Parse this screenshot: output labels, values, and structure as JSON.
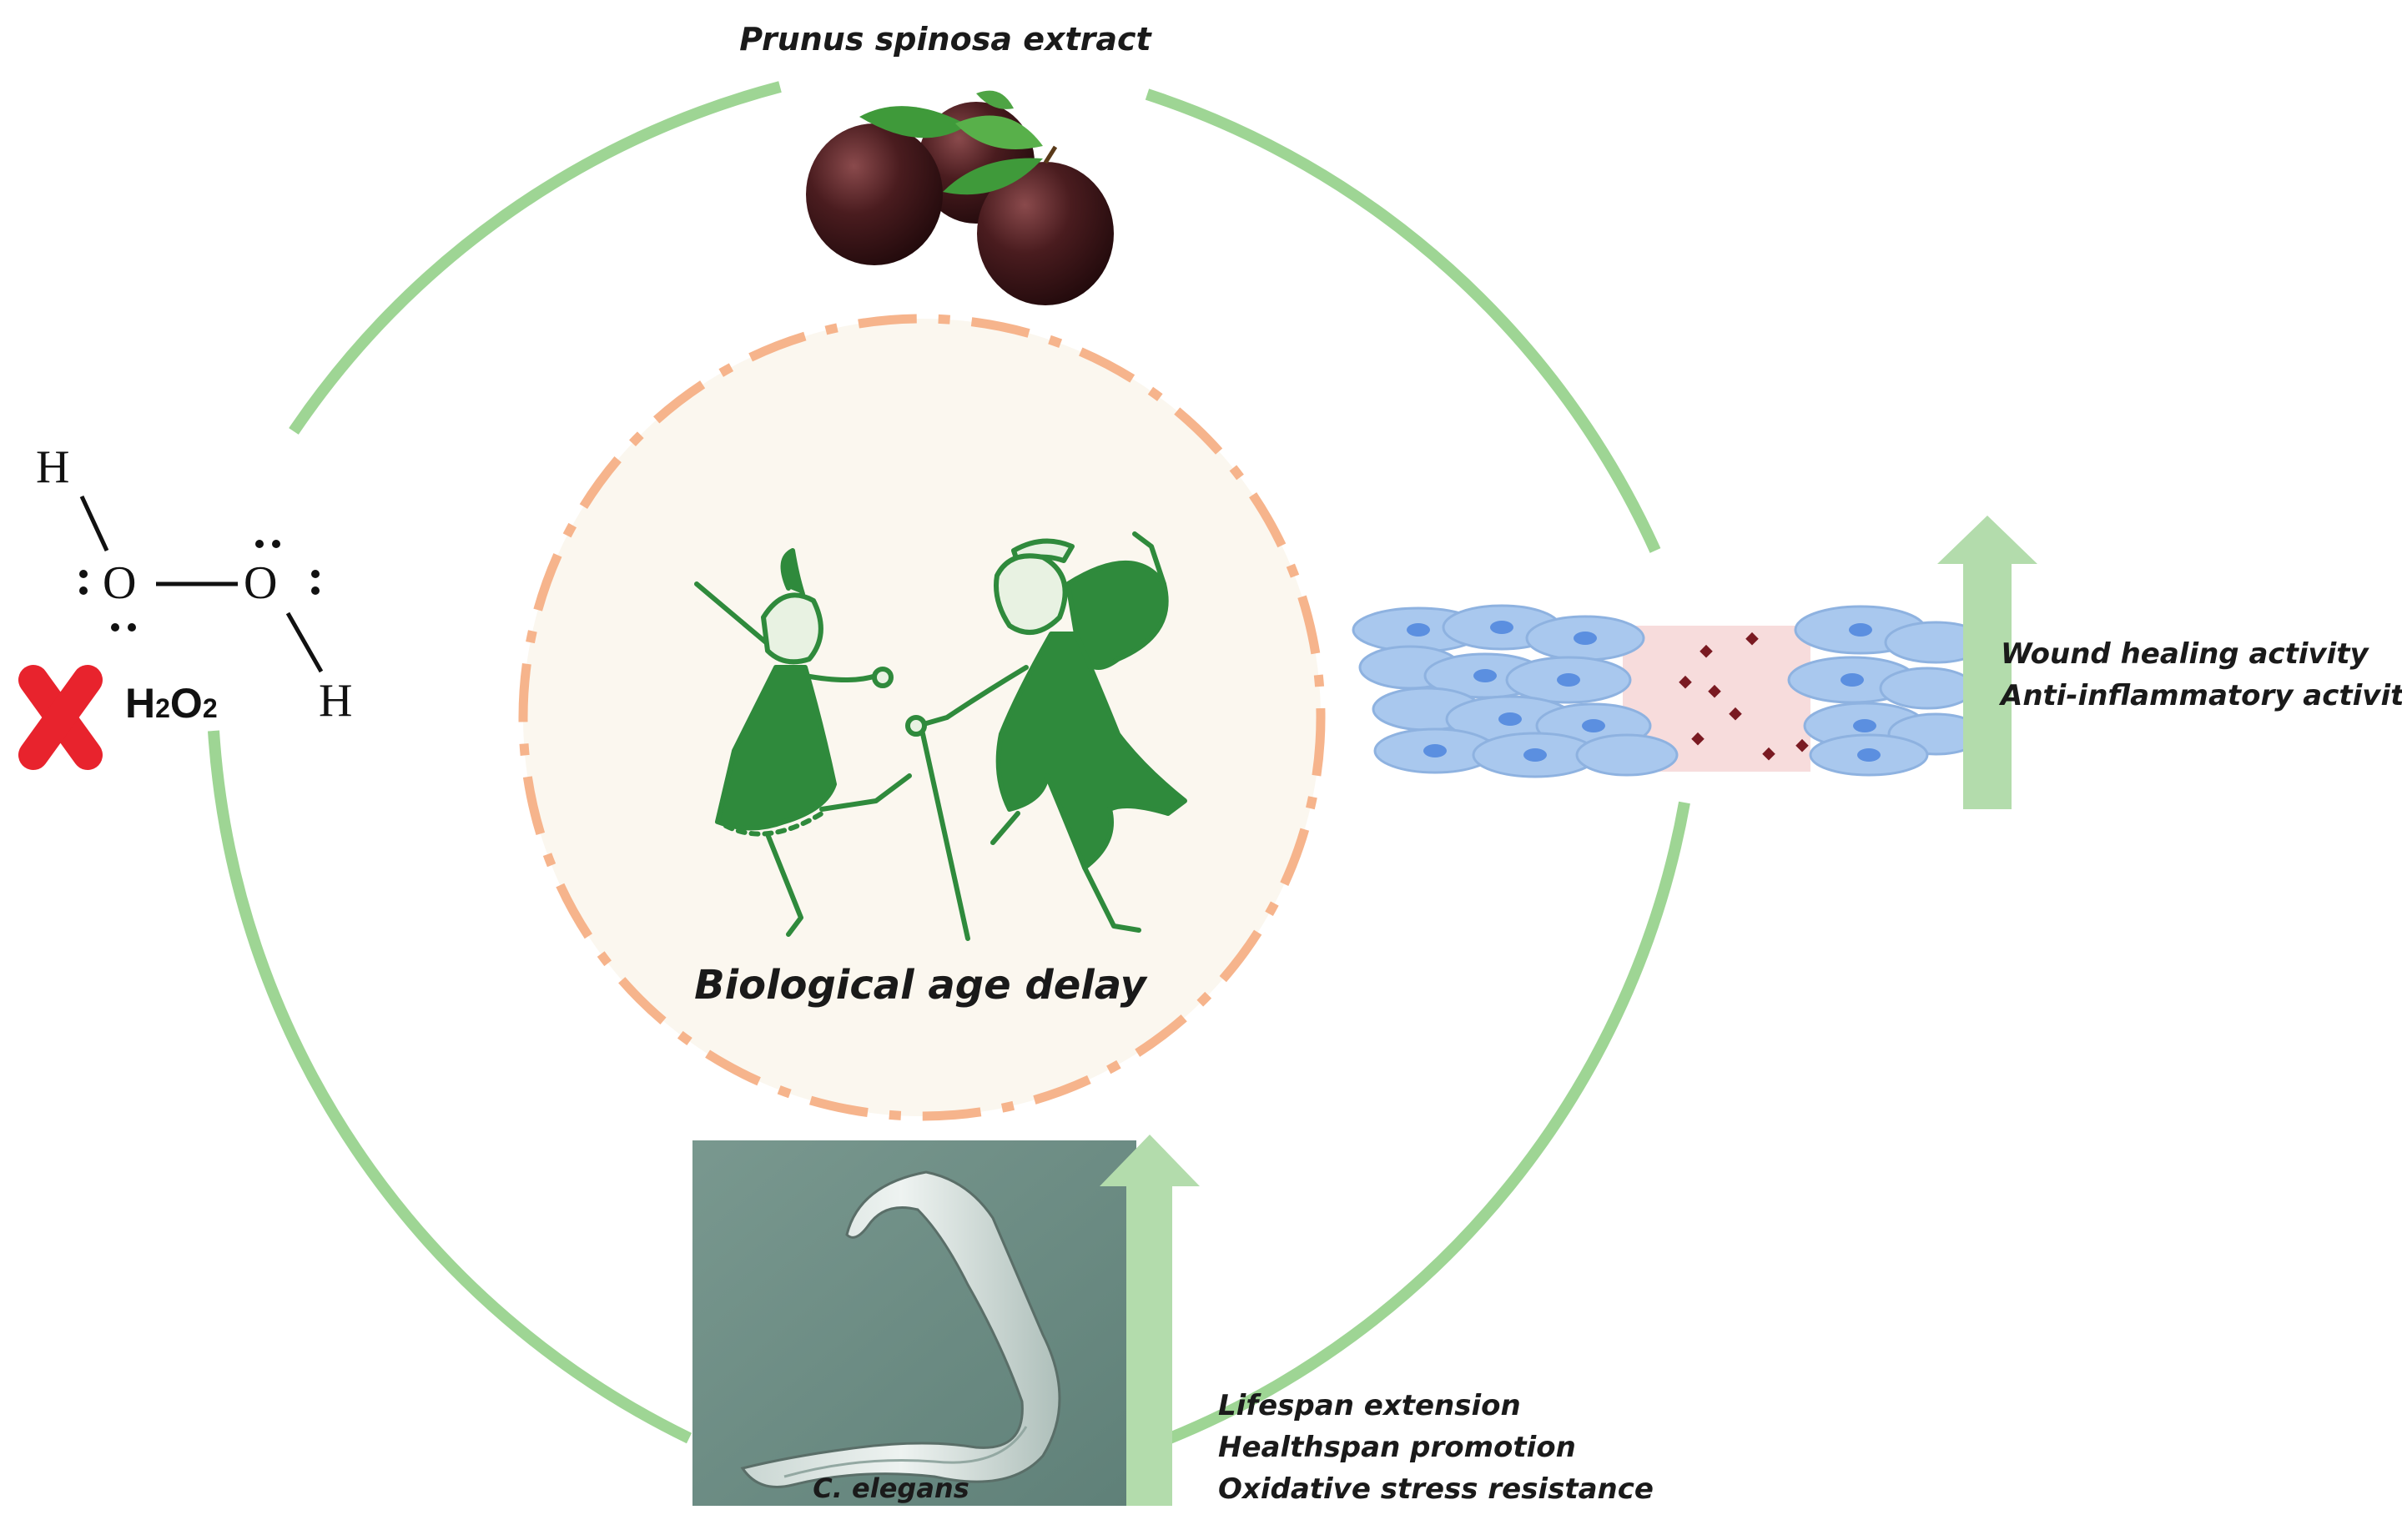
{
  "title": "Prunus spinosa extract",
  "center_label": "Biological age delay",
  "h2o2": {
    "atoms": {
      "h_top": "H",
      "o_left": "O",
      "o_right": "O",
      "h_bottom": "H"
    },
    "formula": {
      "h": "H",
      "sub_h": "2",
      "o": "O",
      "sub_o": "2"
    }
  },
  "cells": {
    "labels": [
      "Wound healing activity",
      "Anti-inflammatory activity"
    ]
  },
  "worm": {
    "caption": "C. elegans",
    "labels": [
      "Lifespan extension",
      "Healthspan promotion",
      "Oxidative stress resistance"
    ]
  },
  "colors": {
    "ring": "#9ed594",
    "dash_circle": "#f6b48c",
    "inner_fill": "#fbf7ef",
    "arrow": "#b3dcac",
    "dancers": "#2f8a3c",
    "cross": "#e8232d",
    "plum": "#3a1416",
    "leaf": "#3f9a3a",
    "cell": "#a9c8ee",
    "cell_nucleus": "#5b8fe0",
    "wound": "#f7dcdc",
    "particle": "#7a1a22",
    "worm_bg": "#6e8f86"
  },
  "icons": [
    "plum-fruit-icon",
    "dancing-couple-icon",
    "red-cross-icon",
    "cell-layer-icon",
    "nematode-icon",
    "up-arrow-icon"
  ]
}
